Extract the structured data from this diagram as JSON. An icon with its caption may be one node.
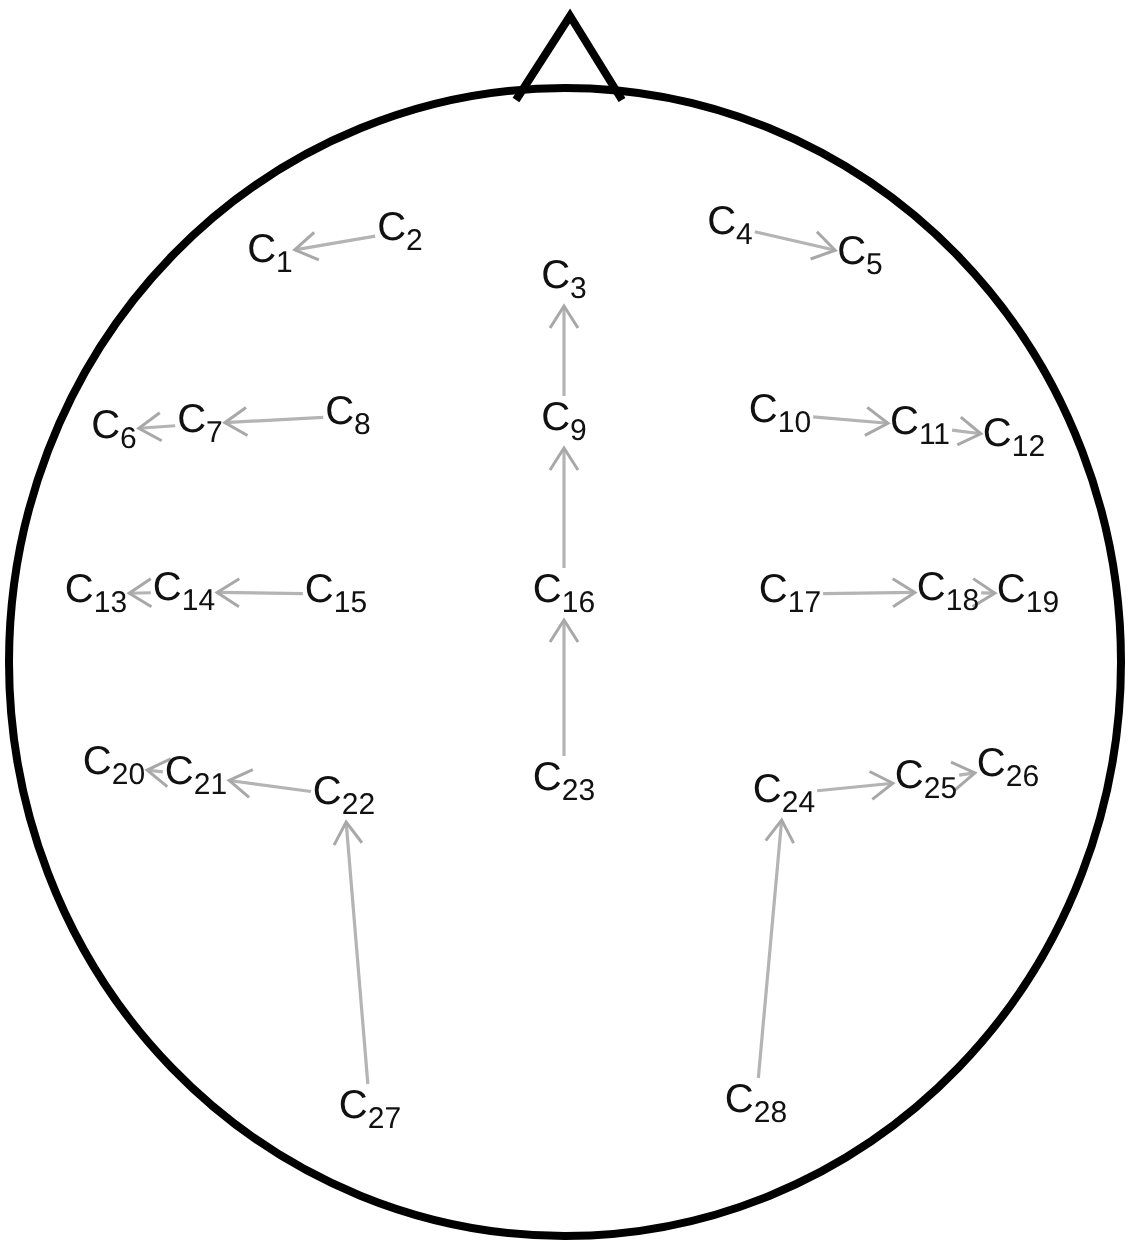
{
  "diagram": {
    "nodes": [
      {
        "text": [
          "C$_{1}$"
        ]
      },
      {
        "text": [
          "C$_{2}$"
        ]
      },
      {
        "text": [
          "C$_{3}$"
        ]
      },
      {
        "text": [
          "C$_{4}$"
        ]
      },
      {
        "text": [
          "C$_{5}$"
        ]
      },
      {
        "text": [
          "C$_{6}$"
        ]
      },
      {
        "text": [
          "C$_{7}$"
        ]
      },
      {
        "text": [
          "C$_{8}$"
        ]
      },
      {
        "text": [
          "C$_{9}$"
        ]
      },
      {
        "text": [
          "C$_{10}$"
        ]
      },
      {
        "text": [
          "C$_{11}$"
        ]
      },
      {
        "text": [
          "C$_{12}$"
        ]
      },
      {
        "text": [
          "C$_{13}$"
        ]
      },
      {
        "text": [
          "C$_{14}$"
        ]
      },
      {
        "text": [
          "C$_{15}$"
        ]
      },
      {
        "text": [
          "C$_{16}$"
        ]
      },
      {
        "text": [
          "C$_{17}$"
        ]
      },
      {
        "text": [
          "C$_{18}$"
        ]
      },
      {
        "text": [
          "C$_{19}$"
        ]
      },
      {
        "text": [
          "C$_{20}$"
        ]
      },
      {
        "text": [
          "C$_{21}$"
        ]
      },
      {
        "text": [
          "C$_{22}$"
        ]
      },
      {
        "text": [
          "C$_{23}$"
        ]
      },
      {
        "text": [
          "C$_{24}$"
        ]
      },
      {
        "text": [
          "C$_{25}$"
        ]
      },
      {
        "text": [
          "C$_{26}$"
        ]
      },
      {
        "text": [
          "C$_{27}$"
        ]
      },
      {
        "text": [
          "C$_{28}$"
        ]
      }
    ],
    "edges": [
      {
        "from": 1,
        "to": 0,
        "arrow": "to"
      },
      {
        "from": 3,
        "to": 4,
        "arrow": "to"
      },
      {
        "from": 8,
        "to": 2,
        "arrow": "to"
      },
      {
        "from": 7,
        "to": 6,
        "arrow": "to"
      },
      {
        "from": 6,
        "to": 5,
        "arrow": "to"
      },
      {
        "from": 15,
        "to": 8,
        "arrow": "to"
      },
      {
        "from": 9,
        "to": 10,
        "arrow": "to"
      },
      {
        "from": 10,
        "to": 11,
        "arrow": "to"
      },
      {
        "from": 14,
        "to": 13,
        "arrow": "to"
      },
      {
        "from": 13,
        "to": 12,
        "arrow": "to"
      },
      {
        "from": 22,
        "to": 15,
        "arrow": "to"
      },
      {
        "from": 16,
        "to": 17,
        "arrow": "to"
      },
      {
        "from": 17,
        "to": 18,
        "arrow": "to"
      },
      {
        "from": 21,
        "to": 20,
        "arrow": "to"
      },
      {
        "from": 20,
        "to": 19,
        "arrow": "to"
      },
      {
        "from": 26,
        "to": 21,
        "arrow": "to"
      },
      {
        "from": 23,
        "to": 24,
        "arrow": "to"
      },
      {
        "from": 24,
        "to": 25,
        "arrow": "to"
      },
      {
        "from": 27,
        "to": 23,
        "arrow": "to"
      }
    ]
  }
}
